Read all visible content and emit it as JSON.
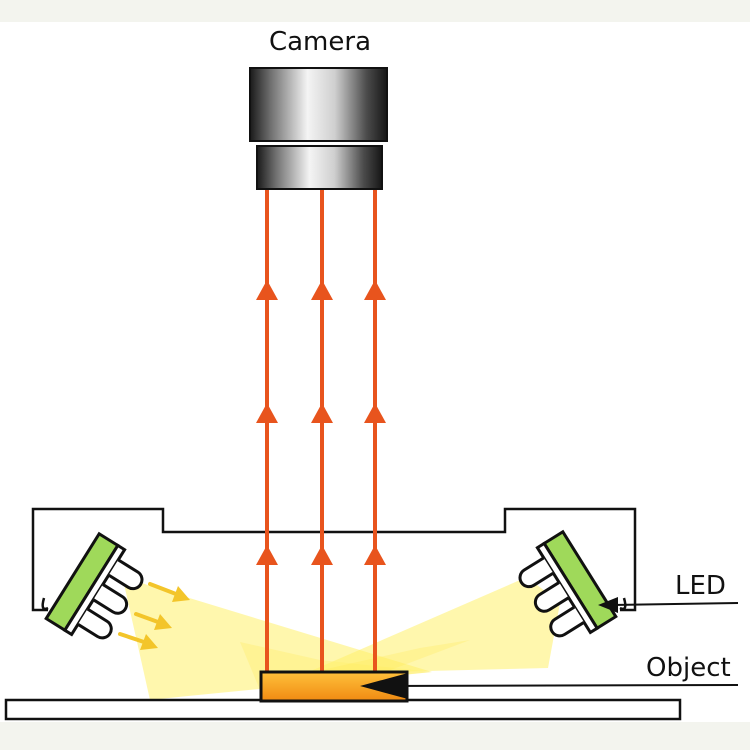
{
  "labels": {
    "camera": "Camera",
    "led": "LED",
    "object": "Object"
  },
  "colors": {
    "background": "#f3f4ee",
    "panel": "#ffffff",
    "ray": "#e8541d",
    "outline": "#111111",
    "led_board": "#9fd95a",
    "light_glow": "#fff06a",
    "light_arrow": "#f3c52a",
    "object_fill": "#f7a21b"
  }
}
